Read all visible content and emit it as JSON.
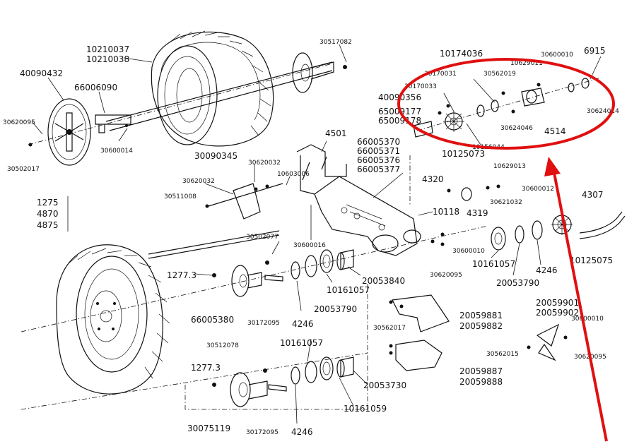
{
  "annotation": {
    "ellipse_color": "#e01010",
    "arrow_color": "#e01010"
  },
  "labels": {
    "p10210037": "10210037",
    "p10210038": "10210038",
    "p30517082": "30517082",
    "p40090432": "40090432",
    "p66006090": "66006090",
    "p30620095_a": "30620095",
    "p30502017": "30502017",
    "p30600014": "30600014",
    "p10174036": "10174036",
    "p10629011": "10629011",
    "p30600010_a": "30600010",
    "p6915": "6915",
    "p30170031": "30170031",
    "p30562019": "30562019",
    "p30170033": "30170033",
    "p40090356": "40090356",
    "p65009177": "65009177",
    "p65009178": "65009178",
    "p30624014": "30624014",
    "p30624046": "30624046",
    "p4514": "4514",
    "p10125073": "10125073",
    "p10156044": "10156044",
    "p4501": "4501",
    "p30090345": "30090345",
    "p30620032": "30620032",
    "p10603006": "10603006",
    "p30620032_b": "30620032",
    "p30511008": "30511008",
    "p66005370": "66005370",
    "p66005371": "66005371",
    "p66005376": "66005376",
    "p66005377": "66005377",
    "p4320": "4320",
    "p10629013": "10629013",
    "p30600012": "30600012",
    "p4319": "4319",
    "p30621032": "30621032",
    "p4307": "4307",
    "p1275": "1275",
    "p4870": "4870",
    "p4875": "4875",
    "p30502077": "30502077",
    "p30600016": "30600016",
    "p10118": "10118",
    "p30600010_b": "30600010",
    "p10125075": "10125075",
    "p1277_3_a": "1277.3",
    "p20053840": "20053840",
    "p10161057_a": "10161057",
    "p10161057_b": "10161057",
    "p4246_a": "4246",
    "p30620095_b": "30620095",
    "p20053790_a": "20053790",
    "p20053790_b": "20053790",
    "p66005380": "66005380",
    "p30172095_a": "30172095",
    "p4246_b": "4246",
    "p30562017": "30562017",
    "p20059881": "20059881",
    "p20059882": "20059882",
    "p20059901": "20059901",
    "p20059902": "20059902",
    "p30600010_c": "30600010",
    "p30512078": "30512078",
    "p10161057_c": "10161057",
    "p30562015": "30562015",
    "p30620095_c": "30620095",
    "p1277_3_b": "1277.3",
    "p20059887": "20059887",
    "p20059888": "20059888",
    "p20053730": "20053730",
    "p10161059": "10161059",
    "p30075119": "30075119",
    "p30172095_b": "30172095",
    "p4246_c": "4246"
  }
}
